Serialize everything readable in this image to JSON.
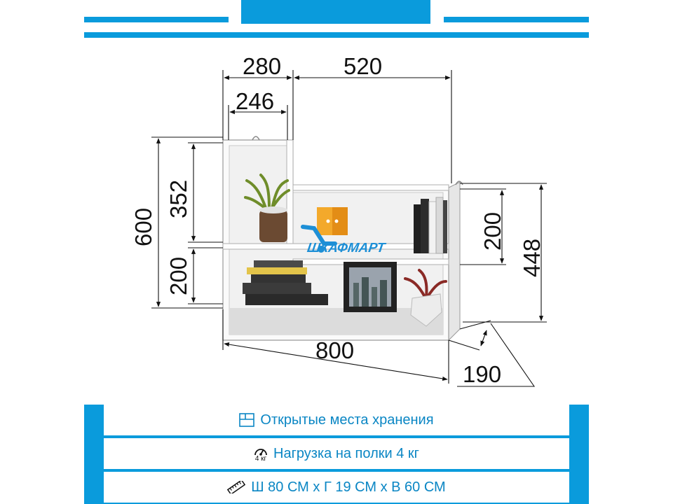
{
  "colors": {
    "accent": "#0a9bdc",
    "text_blue": "#0a86c4",
    "line": "#111111",
    "shelf": "#f4f4f4"
  },
  "dimensions": {
    "total_width": "800",
    "left_section_width": "280",
    "right_section_width": "520",
    "left_inner_width": "246",
    "total_height": "600",
    "upper_left_height": "352",
    "lower_left_height": "200",
    "right_inner_height": "200",
    "right_height": "448",
    "depth": "190"
  },
  "decor": {
    "books_brand": "ШКАФМАРТ"
  },
  "features": [
    {
      "icon": "open-storage-icon",
      "text": "Открытые места хранения"
    },
    {
      "icon": "weight-gauge-icon",
      "icon_label": "4 кг",
      "text": "Нагрузка на полки 4 кг"
    },
    {
      "icon": "ruler-icon",
      "text": "Ш 80 СМ х Г 19 СМ х В 60 СМ"
    }
  ]
}
